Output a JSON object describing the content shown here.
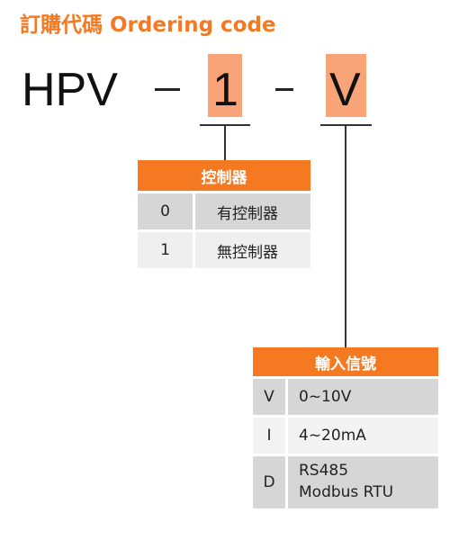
{
  "title": "訂購代碼 Ordering code",
  "model": {
    "prefix": "HPV",
    "separator_1": "−",
    "field_1": "1",
    "separator_2": "−",
    "field_2": "V"
  },
  "colors": {
    "accent": "#f47920",
    "highlight": "#f8a478",
    "cell_shade": "#d6d6d6",
    "cell_light": "#efefef"
  },
  "controller_table": {
    "header": "控制器",
    "rows": [
      {
        "code": "0",
        "desc": "有控制器"
      },
      {
        "code": "1",
        "desc": "無控制器"
      }
    ]
  },
  "input_table": {
    "header": "輸入信號",
    "rows": [
      {
        "code": "V",
        "desc": "0~10V"
      },
      {
        "code": "I",
        "desc": "4~20mA"
      },
      {
        "code": "D",
        "desc_line1": "RS485",
        "desc_line2": "Modbus RTU"
      }
    ]
  }
}
